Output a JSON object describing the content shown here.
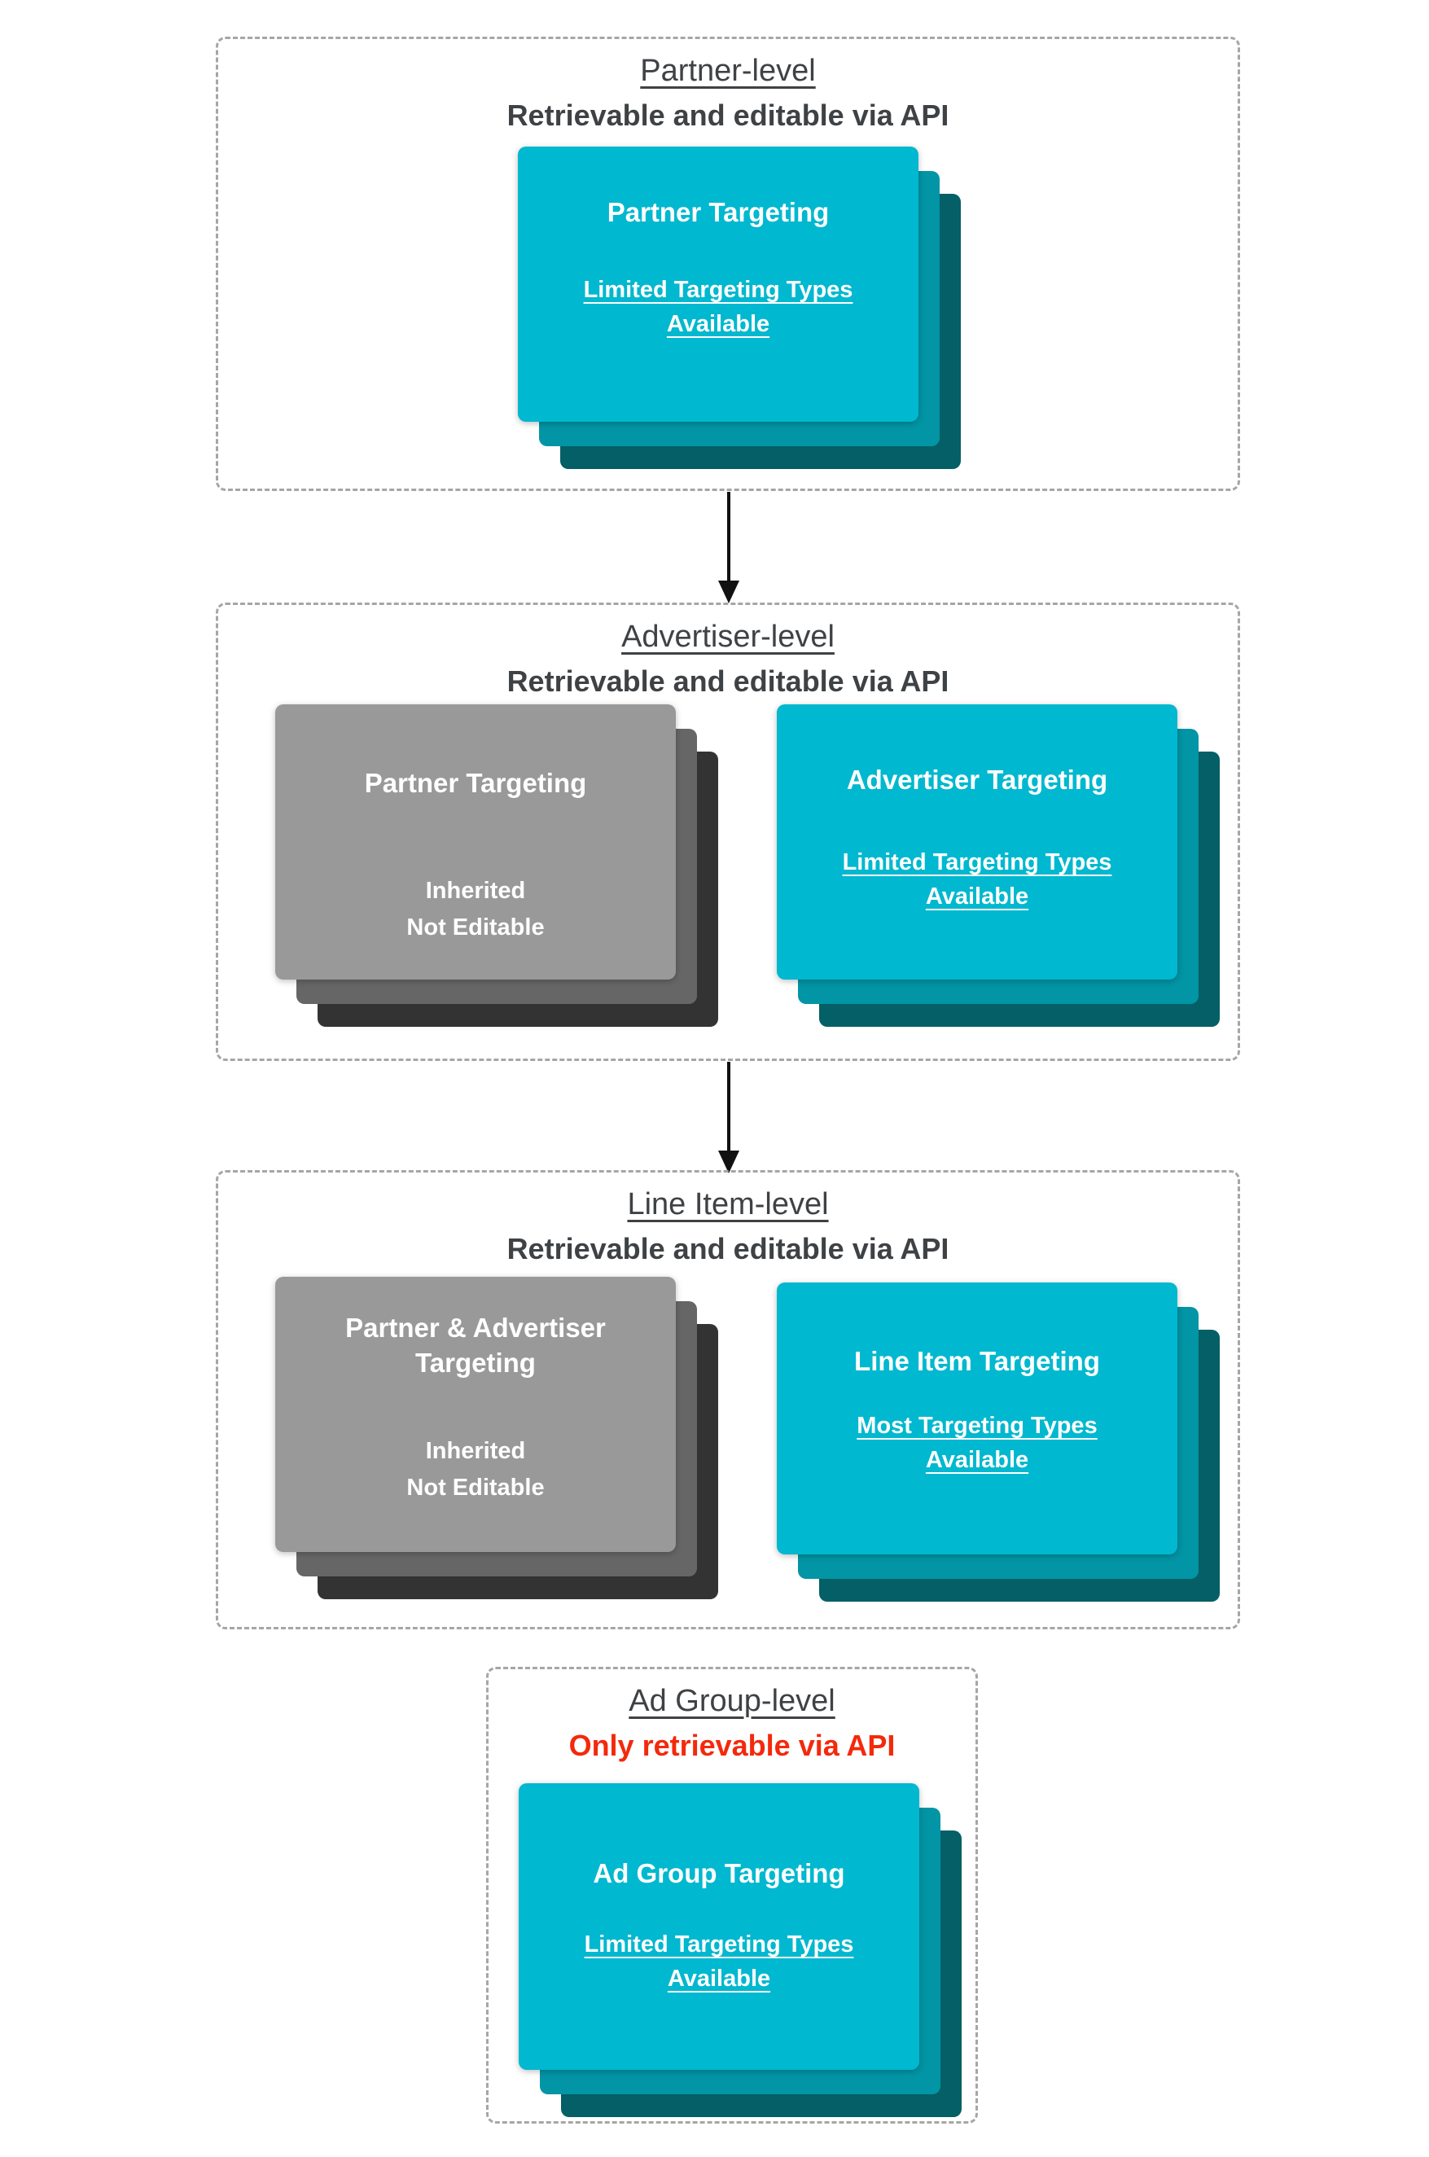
{
  "palette": {
    "cyan": "#00B8CF",
    "cyan_shadow1": "#0295A5",
    "cyan_shadow2": "#045F66",
    "gray": "#999999",
    "gray_shadow1": "#666666",
    "gray_shadow2": "#333333",
    "heading_text": "#3F4245",
    "alert_text": "#F4290C",
    "card_text": "#FFFFFF",
    "border_dash": "#A6A6A6",
    "arrow": "#111111"
  },
  "sections": [
    {
      "id": "partner-level",
      "title": "Partner-level",
      "subtitle": "Retrievable and editable via API",
      "cards": [
        {
          "variant": "cyan",
          "title": "Partner Targeting",
          "subtitle": "Limited Targeting Types Available"
        }
      ]
    },
    {
      "id": "advertiser-level",
      "title": "Advertiser-level",
      "subtitle": "Retrievable and editable via API",
      "cards": [
        {
          "variant": "gray",
          "title": "Partner Targeting",
          "lines": [
            "Inherited",
            "Not Editable"
          ]
        },
        {
          "variant": "cyan",
          "title": "Advertiser Targeting",
          "subtitle": "Limited Targeting Types Available"
        }
      ]
    },
    {
      "id": "line-item-level",
      "title": "Line Item-level",
      "subtitle": "Retrievable and editable via API",
      "cards": [
        {
          "variant": "gray",
          "title": "Partner & Advertiser Targeting",
          "lines": [
            "Inherited",
            "Not Editable"
          ]
        },
        {
          "variant": "cyan",
          "title": "Line Item Targeting",
          "subtitle": "Most Targeting Types Available"
        }
      ]
    },
    {
      "id": "ad-group-level",
      "title": "Ad Group-level",
      "subtitle": "Only retrievable via API",
      "cards": [
        {
          "variant": "cyan",
          "title": "Ad Group Targeting",
          "subtitle": "Limited Targeting Types Available"
        }
      ]
    }
  ]
}
